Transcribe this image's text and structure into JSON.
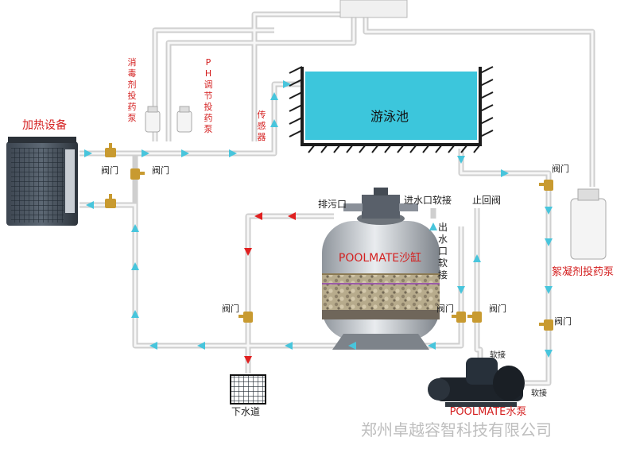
{
  "labels": {
    "pool": "游泳池",
    "heater": "加热设备",
    "disinfectant_pump": [
      "消",
      "毒",
      "剂",
      "投",
      "药",
      "泵"
    ],
    "ph_pump": [
      "P",
      "H",
      "调",
      "节",
      "投",
      "药",
      "泵"
    ],
    "sensor": [
      "传",
      "感",
      "器"
    ],
    "flocculant_pump": "絮凝剂投药泵",
    "valve": "阀门",
    "drain_port": "排污口",
    "inlet_hose": "进水口软接",
    "check_valve": "止回阀",
    "outlet_hose": [
      "出",
      "水",
      "口",
      "软",
      "接"
    ],
    "sand_tank": "POOLMATE沙缸",
    "pump": "POOLMATE水泵",
    "soft_joint": "软接",
    "sewer": "下水道",
    "watermark": "郑州卓越容智科技有限公司"
  },
  "colors": {
    "pool_water": "#3cc6dc",
    "pipe": "#ececec",
    "flow_arrow": "#48c5dc",
    "drain_arrow": "#e02020",
    "label_red": "#d42020",
    "valve_brass": "#c89a30"
  },
  "icons": [
    "valve-icon",
    "flow-arrow-icon",
    "drain-arrow-icon",
    "pump-icon",
    "heater-icon",
    "sand-filter-icon",
    "sewer-grate-icon"
  ]
}
